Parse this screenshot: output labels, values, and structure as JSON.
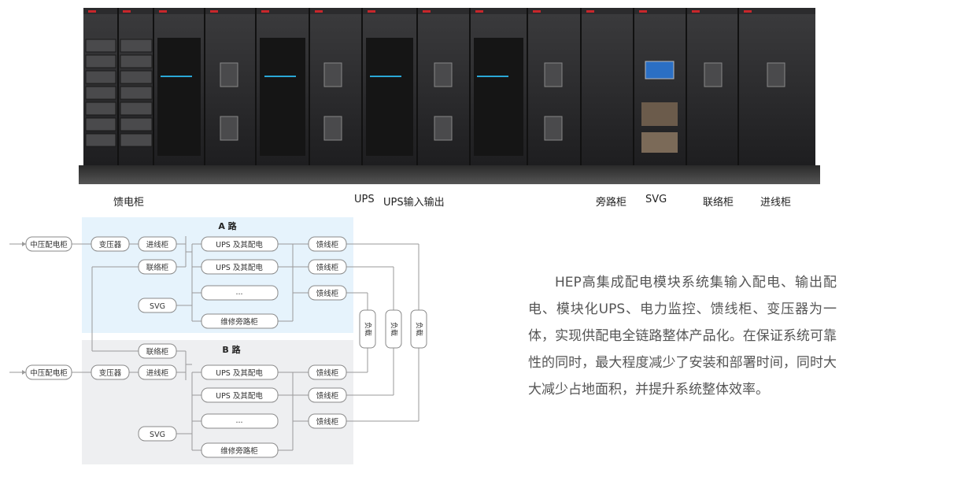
{
  "photo_captions": {
    "feeder": "馈电柜",
    "ups": "UPS",
    "ups_io": "UPS输入输出",
    "bypass": "旁路柜",
    "svg": "SVG",
    "tie": "联络柜",
    "incoming": "进线柜"
  },
  "diagram": {
    "route_a": "A 路",
    "route_b": "B 路",
    "mv": "中压配电柜",
    "transformer": "变压器",
    "incoming": "进线柜",
    "tie": "联络柜",
    "svg": "SVG",
    "ups_dist": "UPS 及其配电",
    "ellipsis": "...",
    "bypass": "维修旁路柜",
    "feeder": "馈线柜",
    "load": "负载"
  },
  "description": "HEP高集成配电模块系统集输入配电、输出配电、模块化UPS、电力监控、馈线柜、变压器为一体，实现供配电全链路整体产品化。在保证系统可靠性的同时，最大程度减少了安装和部署时间，同时大大减少占地面积，并提升系统整体效率。",
  "colors": {
    "route_a_bg": "#e6f3fc",
    "route_b_bg": "#eeeff1",
    "box_border": "#8a8a8a",
    "line": "#9a9a9a",
    "text_gray": "#555555"
  }
}
